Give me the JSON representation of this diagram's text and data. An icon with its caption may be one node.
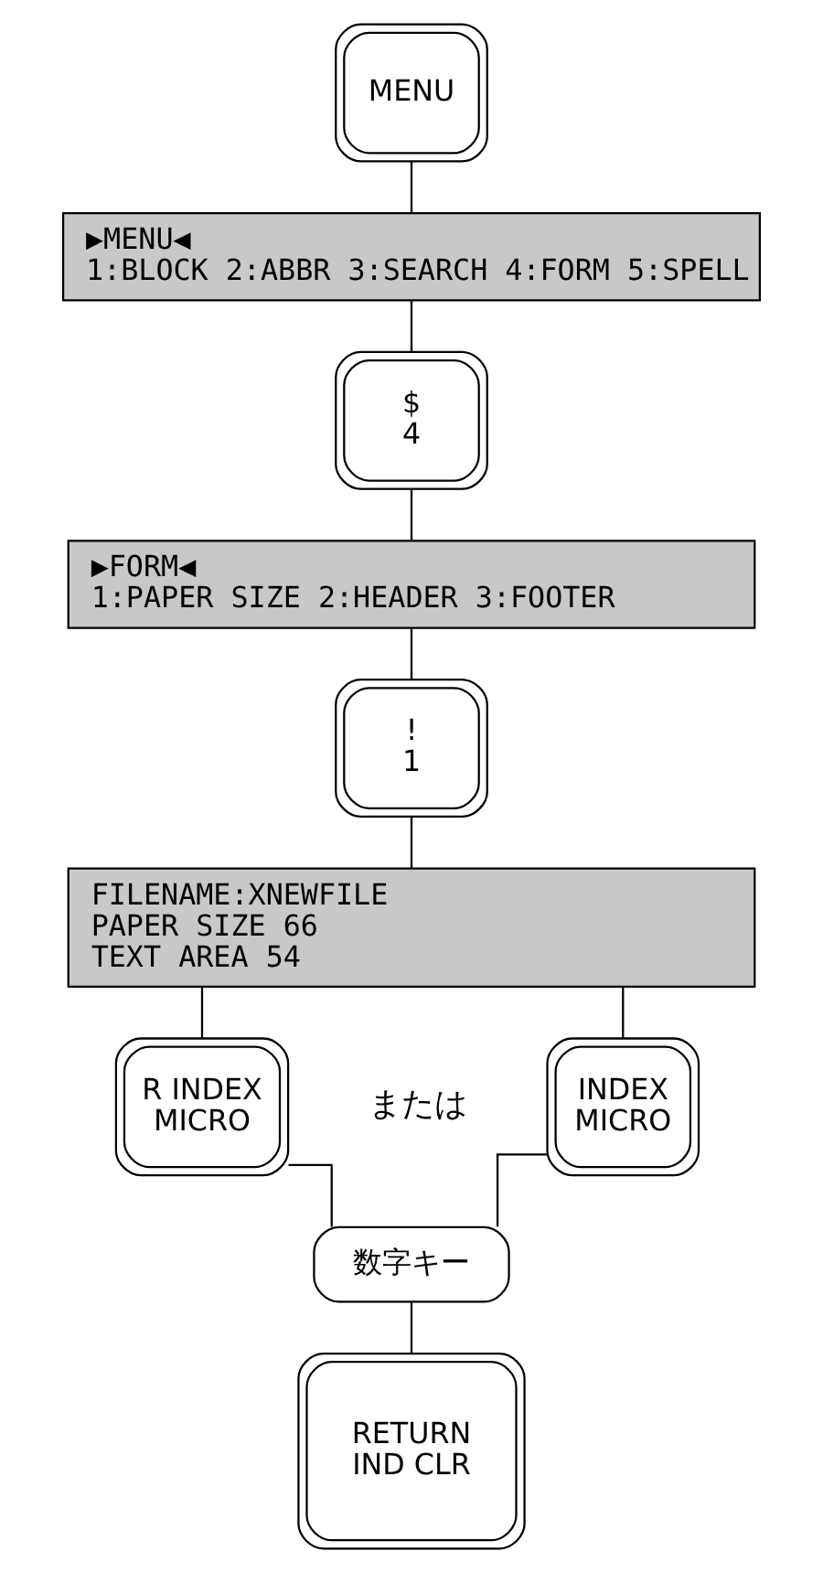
{
  "diagram": {
    "nodes": [
      {
        "text": [
          "MENU"
        ]
      },
      {
        "text": [
          "▶MENU◀",
          "1:BLOCK 2:ABBR 3:SEARCH 4:FORM 5:SPELL"
        ]
      },
      {
        "text": [
          "$",
          "4"
        ]
      },
      {
        "text": [
          "▶FORM◀",
          "1:PAPER SIZE 2:HEADER 3:FOOTER"
        ]
      },
      {
        "text": [
          "!",
          "1"
        ]
      },
      {
        "text": [
          "FILENAME:XNEWFILE",
          "PAPER SIZE 66",
          "TEXT AREA 54"
        ]
      },
      {
        "text": [
          "R INDEX",
          "MICRO"
        ]
      },
      {
        "text": [
          "INDEX",
          "MICRO"
        ]
      },
      {
        "text": [
          "数字キー"
        ]
      },
      {
        "text": [
          "RETURN",
          "IND CLR"
        ]
      }
    ],
    "edges": [
      {
        "from": 0,
        "to": 1,
        "arrow": "none"
      },
      {
        "from": 1,
        "to": 2,
        "arrow": "none"
      },
      {
        "from": 2,
        "to": 3,
        "arrow": "none"
      },
      {
        "from": 3,
        "to": 4,
        "arrow": "none"
      },
      {
        "from": 4,
        "to": 5,
        "arrow": "none"
      },
      {
        "from": 5,
        "to": 6,
        "arrow": "none"
      },
      {
        "from": 5,
        "to": 7,
        "arrow": "none"
      },
      {
        "from": 6,
        "to": 8,
        "arrow": "none"
      },
      {
        "from": 7,
        "to": 8,
        "arrow": "none"
      },
      {
        "from": 8,
        "to": 9,
        "arrow": "none"
      }
    ],
    "labels": [
      "または"
    ]
  }
}
